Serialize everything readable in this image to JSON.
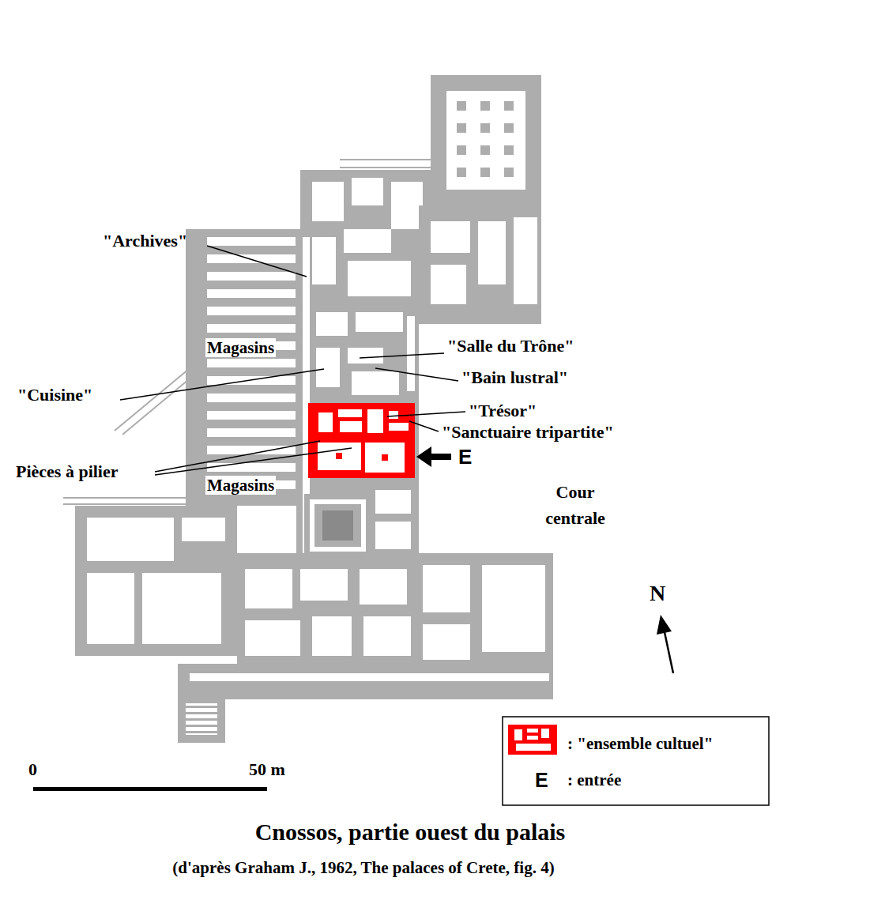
{
  "diagram": {
    "title": "Cnossos, partie ouest du palais",
    "caption": "(d'après Graham J., 1962, The palaces of Crete, fig. 4)",
    "labels": [
      "\"Archives\"",
      "Magasins",
      "\"Salle du Trône\"",
      "\"Bain lustral\"",
      "\"Cuisine\"",
      "\"Trésor\"",
      "\"Sanctuaire tripartite\"",
      "Pièces à pilier",
      "E",
      "Magasins",
      "Cour centrale",
      "N",
      "0",
      "50 m",
      "E"
    ],
    "legend": [
      {
        "text": ": \"ensemble cultuel\"",
        "color": "#ff0000"
      },
      {
        "text": ": entrée"
      }
    ]
  }
}
